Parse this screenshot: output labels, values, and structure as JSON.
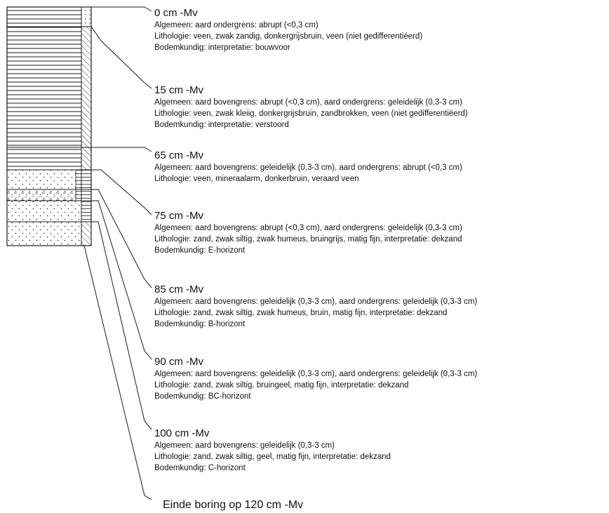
{
  "layers": [
    {
      "depth": "0 cm -Mv",
      "lines": [
        "Algemeen: aard ondergrens: abrupt (<0,3 cm)",
        "Lithologie: veen, zwak zandig, donkergrijsbruin, veen (niet gedifferentiëerd)",
        "Bodemkundig: interpretatie: bouwvoor"
      ]
    },
    {
      "depth": "15 cm -Mv",
      "lines": [
        "Algemeen: aard bovengrens: abrupt (<0,3 cm), aard ondergrens: geleidelijk (0,3-3 cm)",
        "Lithologie: veen, zwak kleiig, donkergrijsbruin, zandbrokken, veen (niet gedifferentiëerd)",
        "Bodemkundig: interpretatie: verstoord"
      ]
    },
    {
      "depth": "65 cm -Mv",
      "lines": [
        "Algemeen: aard bovengrens: geleidelijk (0,3-3 cm), aard ondergrens: abrupt (<0,3 cm)",
        "Lithologie: veen, mineraalarm, donkerbruin, veraard veen"
      ]
    },
    {
      "depth": "75 cm -Mv",
      "lines": [
        "Algemeen: aard bovengrens: abrupt (<0,3 cm), aard ondergrens: geleidelijk (0,3-3 cm)",
        "Lithologie: zand, zwak siltig, zwak humeus, bruingrijs, matig fijn, interpretatie: dekzand",
        "Bodemkundig: E-horizont"
      ]
    },
    {
      "depth": "85 cm -Mv",
      "lines": [
        "Algemeen: aard bovengrens: geleidelijk (0,3-3 cm), aard ondergrens: geleidelijk (0,3-3 cm)",
        "Lithologie: zand, zwak siltig, zwak humeus, bruin, matig fijn, interpretatie: dekzand",
        "Bodemkundig: B-horizont"
      ]
    },
    {
      "depth": "90 cm -Mv",
      "lines": [
        "Algemeen: aard bovengrens: geleidelijk (0,3-3 cm), aard ondergrens: geleidelijk (0,3-3 cm)",
        "Lithologie: zand, zwak siltig, bruingeel, matig fijn, interpretatie: dekzand",
        "Bodemkundig: BC-horizont"
      ]
    },
    {
      "depth": "100 cm -Mv",
      "lines": [
        "Algemeen: aard bovengrens: geleidelijk (0,3-3 cm)",
        "Lithologie: zand, zwak siltig, geel, matig fijn, interpretatie: dekzand",
        "Bodemkundig: C-horizont"
      ]
    }
  ],
  "end_label": "Einde boring op 120 cm -Mv",
  "colors": {
    "line": "#1a1a1a",
    "hatch": "#333333"
  }
}
